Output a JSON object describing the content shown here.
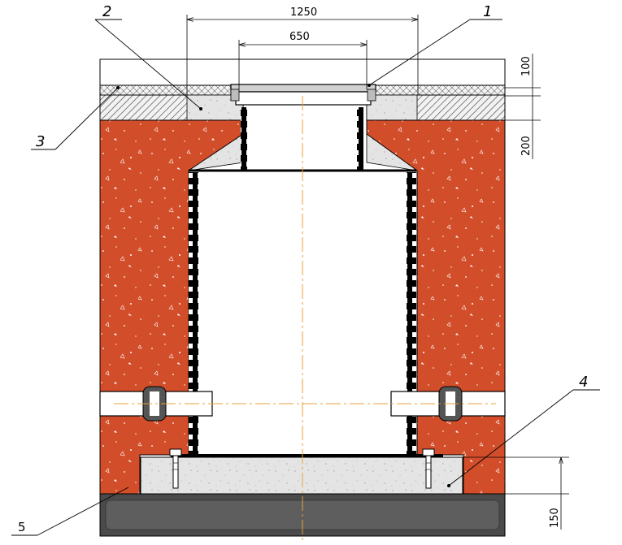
{
  "dimensions": {
    "outer_width": "1250",
    "hatch_width": "650",
    "top_layer": "100",
    "second_layer": "200",
    "base_height": "150"
  },
  "callouts": {
    "c1": "1",
    "c2": "2",
    "c3": "3",
    "c4": "4",
    "c5": "5"
  },
  "colors": {
    "soil": "#d24e2a",
    "concrete": "#dcdcdc",
    "base": "#555555",
    "outline": "#000000",
    "axis": "#e8a23a"
  }
}
